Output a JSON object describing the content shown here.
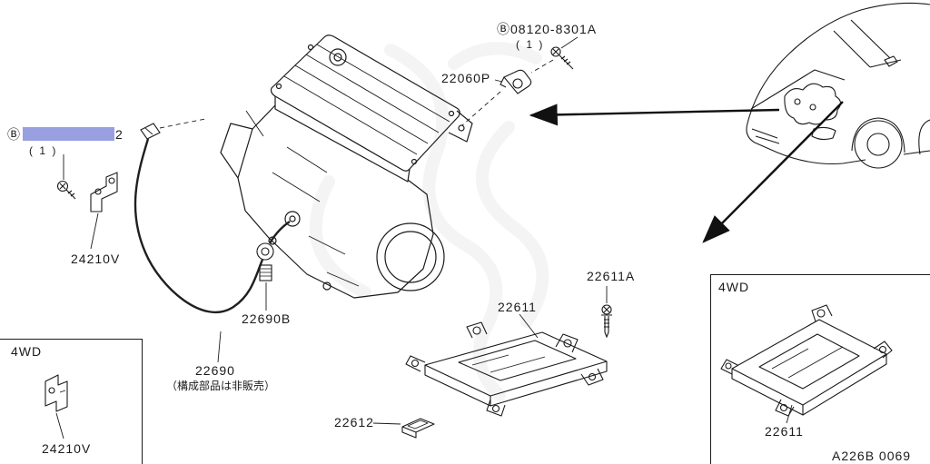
{
  "diagram": {
    "code": "A226B 0069",
    "highlight_color": "#98a0e2"
  },
  "labels": {
    "top_bolt": {
      "b": "Ⓑ",
      "part": "08120-8301A",
      "qty": "( 1 )"
    },
    "sensor": "22060P",
    "selected_part": {
      "b": "Ⓑ",
      "suffix": "2",
      "qty": "( 1 )"
    },
    "bracket": "24210V",
    "grommet": "22690B",
    "harness": {
      "part": "22690",
      "note": "（構成部品は非販売）"
    },
    "ecu": "22611",
    "ecu_bolt": "22611A",
    "ecu_clip": "22612",
    "left_box": {
      "title": "4WD",
      "bracket": "24210V"
    },
    "right_box": {
      "title": "4WD",
      "ecu": "22611"
    }
  }
}
